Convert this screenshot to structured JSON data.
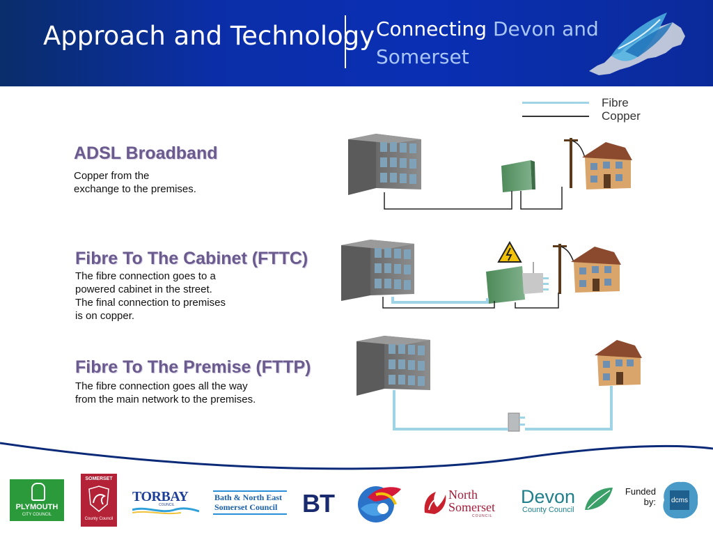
{
  "header": {
    "title": "Approach and Technology",
    "subtitle_white": "Connecting ",
    "subtitle_blue": "Devon and Somerset"
  },
  "legend": {
    "fibre_label": "Fibre",
    "copper_label": "Copper",
    "fibre_color": "#9fd3e6",
    "copper_color": "#333333"
  },
  "sections": [
    {
      "title": "ADSL Broadband",
      "desc": "Copper from the\nexchange to the premises."
    },
    {
      "title": "Fibre To The Cabinet (FTTC)",
      "desc": "The fibre connection goes to a\npowered cabinet in the street.\nThe  final connection to premises\nis on copper."
    },
    {
      "title": "Fibre To The Premise (FTTP)",
      "desc": "The fibre connection goes all the way\nfrom the main network to the premises."
    }
  ],
  "footer": {
    "logos": {
      "plymouth": "PLYMOUTH",
      "plymouth_sub": "CITY COUNCIL",
      "somerset": "SOMERSET",
      "somerset_sub": "County Council",
      "torbay": "TORBAY",
      "torbay_sub": "COUNCIL",
      "bath_line1": "Bath & North East",
      "bath_line2": "Somerset Council",
      "bt": "BT",
      "north_somerset_line1": "North",
      "north_somerset_line2": "Somerset",
      "north_somerset_sub": "COUNCIL",
      "devon": "Devon",
      "devon_sub": "County Council",
      "dcms": "dcms"
    },
    "funded_by": "Funded\nby:"
  }
}
